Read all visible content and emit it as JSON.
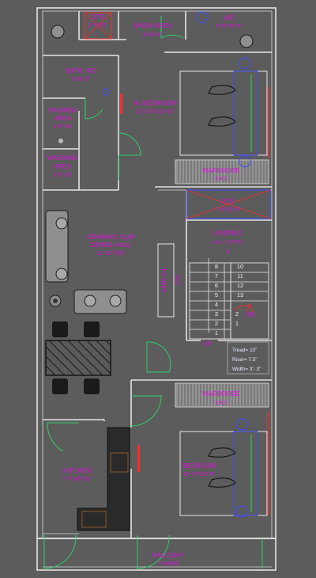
{
  "rooms": {
    "ots_top": {
      "name": "OTS",
      "size": "2'-6\"X3'"
    },
    "wash_area": {
      "name": "WASH AREA",
      "size": "6'x3'-6\""
    },
    "wc": {
      "name": "WC",
      "size": "6'-6\"X3'-6\""
    },
    "bath_wc": {
      "name": "BATH, WC",
      "size": "6'x8'-6\""
    },
    "shower_area": {
      "name1": "SHOWER",
      "name2": "AREA",
      "size": "3'-6\"X4'"
    },
    "washing_area": {
      "name1": "WASHING",
      "name2": "AREA",
      "size": "3'-6\"X3'"
    },
    "master_bedroom": {
      "name": "M. BEDROOM",
      "size": "12'-10\"X10'-10\""
    },
    "wardrobe_top": {
      "name": "WARDROBE",
      "size": "6'X2'"
    },
    "ots_mid": {
      "name": "OTS",
      "size": "7'-4\"X2'-6\""
    },
    "landing": {
      "name": "LANDING",
      "level": "Lvl. (+ 5'-6\")",
      "step": "9"
    },
    "drawing_dining": {
      "name1": "DRAWING CUM",
      "name2": "DINING HALL",
      "size": "11'-10\"X20'"
    },
    "tv_unit": {
      "name": "TV UNIT",
      "size": "6X2'"
    },
    "wardrobe_bottom": {
      "name": "WARDROBE",
      "size": "6'X2'"
    },
    "kitchen": {
      "name": "KITCHEN",
      "size": "7'-6\"X8'-10\""
    },
    "bedroom": {
      "name": "BEDROOM",
      "size": "11'-4\"X12'-6\""
    },
    "balcony": {
      "name": "BALCONY",
      "size": "3' WIDE"
    }
  },
  "stairs": {
    "left_steps": [
      "8",
      "7",
      "6",
      "5",
      "4",
      "3",
      "2",
      "1"
    ],
    "right_steps": [
      "10",
      "11",
      "12",
      "13"
    ],
    "right_lower": [
      "2",
      "1"
    ],
    "up_label": "UP",
    "down_label": "DN",
    "specs": {
      "tread": "Tread= 10\"",
      "riser": "Riser= 7.5\"",
      "width": "Width= 3'- 3\""
    }
  }
}
